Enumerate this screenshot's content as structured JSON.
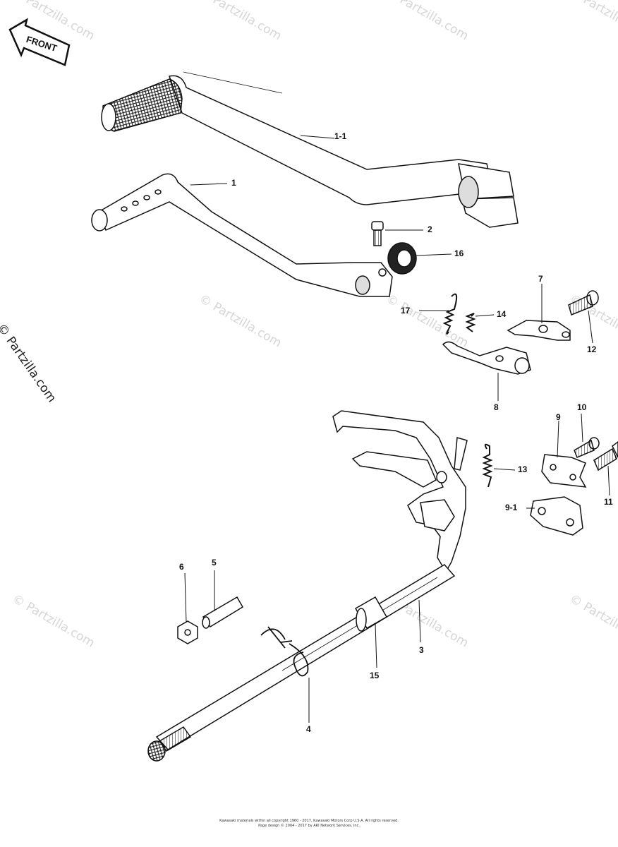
{
  "orientation_label": "FRONT",
  "watermark": "© Partzilla.com",
  "callouts": {
    "c1_1": "1-1",
    "c1": "1",
    "c2": "2",
    "c16": "16",
    "c7": "7",
    "c12": "12",
    "c17": "17",
    "c14": "14",
    "c8": "8",
    "c10": "10",
    "c9": "9",
    "c13": "13",
    "c9_1": "9-1",
    "c11": "11",
    "c6": "6",
    "c5": "5",
    "c3": "3",
    "c15": "15",
    "c4": "4"
  },
  "footer": {
    "line1": "Kawasaki materials within all copyright 1960 - 2017, Kawasaki Motors Corp U.S.A.  All rights reserved.",
    "line2": "Page design © 2004 - 2017 by ARI Network Services, Inc."
  }
}
